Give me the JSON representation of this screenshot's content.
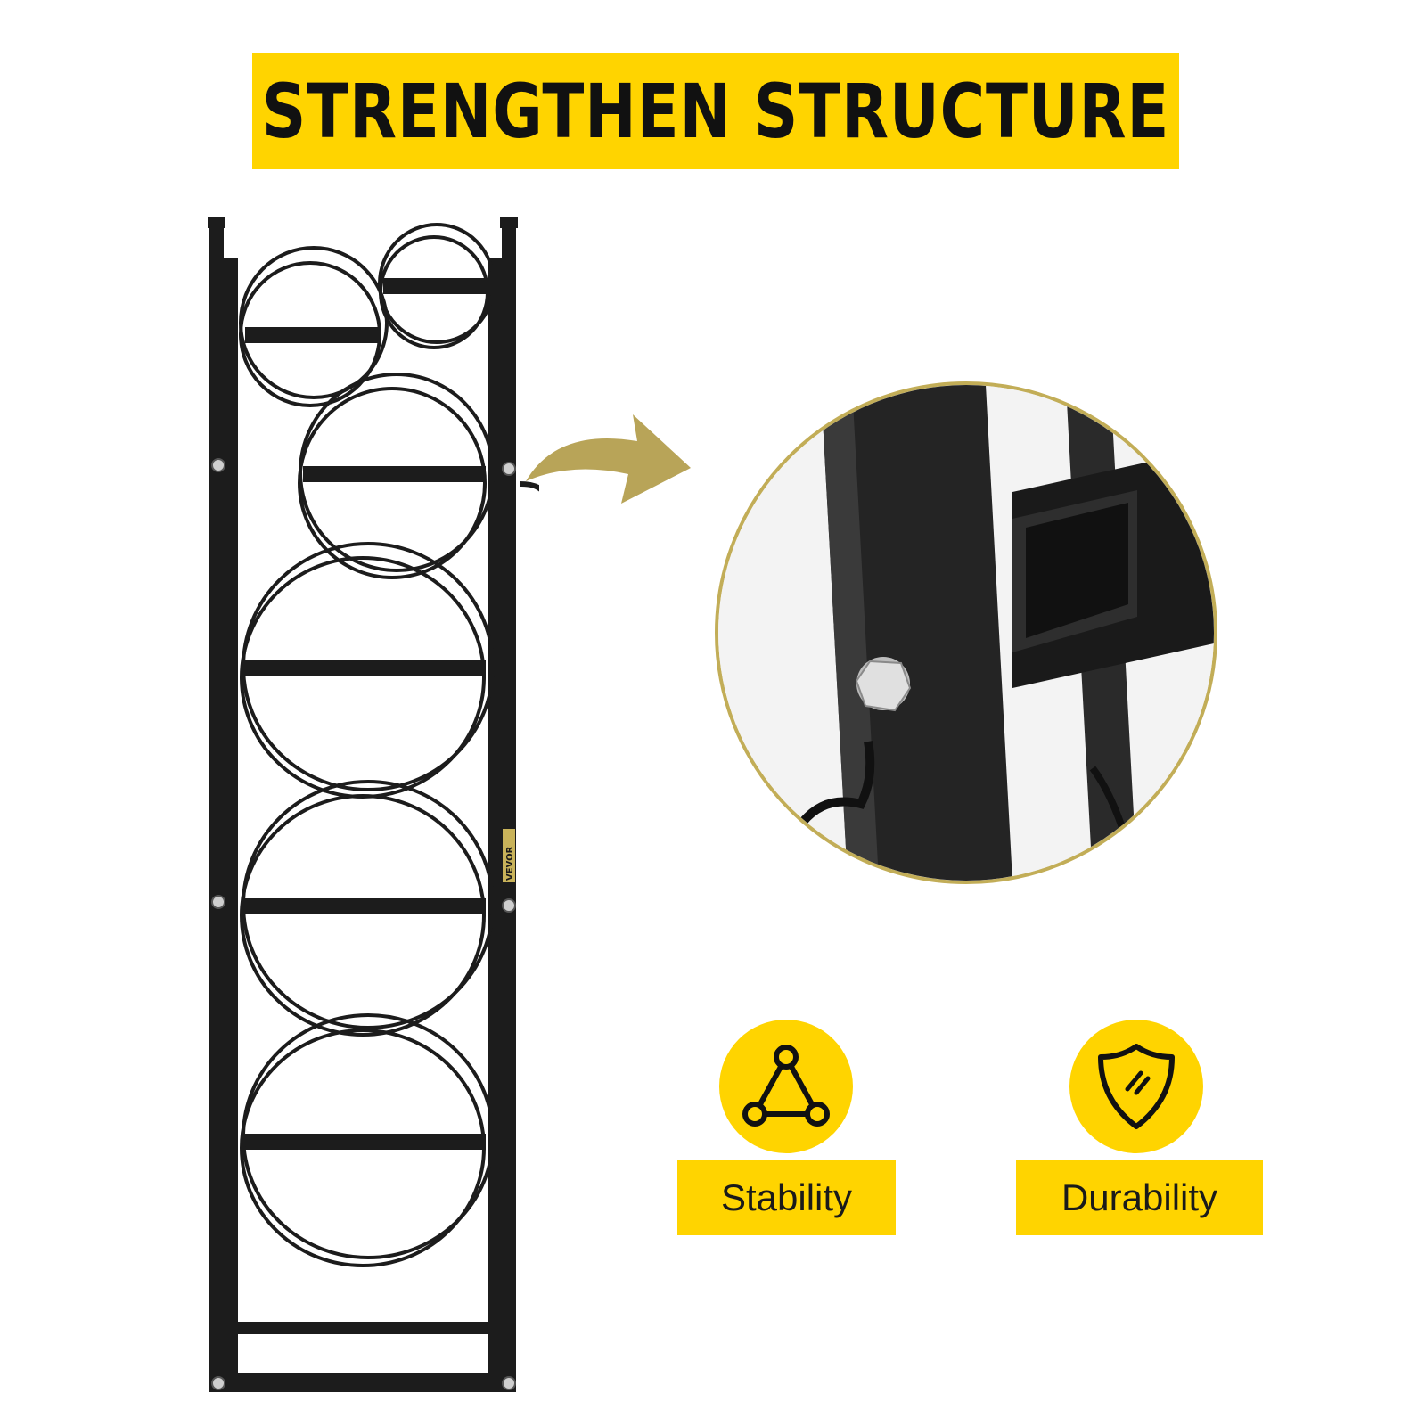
{
  "banner": {
    "title": "STRENGTHEN STRUCTURE",
    "color": "#ffd400"
  },
  "product": {
    "brand_tag": "VEVOR",
    "frame_color": "#1c1c1c"
  },
  "features": [
    {
      "label": "Stability",
      "icon": "triangle-nodes-icon"
    },
    {
      "label": "Durability",
      "icon": "shield-icon"
    }
  ],
  "accent_colors": {
    "arrow": "#b8a458",
    "zoom_border": "#c2ad57"
  }
}
